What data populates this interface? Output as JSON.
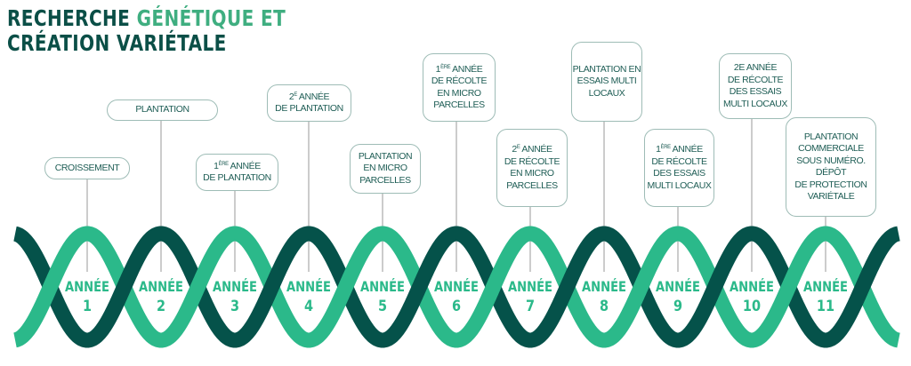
{
  "title": {
    "part1": "RECHERCHE ",
    "part2": "GÉNÉTIQUE ET",
    "line2": "CRÉATION VARIÉTALE"
  },
  "colors": {
    "light_strand": "#2bb98a",
    "dark_strand": "#05524a",
    "text": "#1e5d55",
    "accent": "#3fae80"
  },
  "year_word": "ANNÉE",
  "years": [
    {
      "number": "1",
      "lines": [
        {
          "text": "CROISSEMENT"
        }
      ]
    },
    {
      "number": "2",
      "lines": [
        {
          "text": "PLANTATION"
        }
      ]
    },
    {
      "number": "3",
      "lines": [
        {
          "pre": "1",
          "sup": "ÈRE",
          "post": " ANNÉE"
        },
        {
          "text": "DE PLANTATION"
        }
      ]
    },
    {
      "number": "4",
      "lines": [
        {
          "pre": "2",
          "sup": "E",
          "post": " ANNÉE"
        },
        {
          "text": "DE PLANTATION"
        }
      ]
    },
    {
      "number": "5",
      "lines": [
        {
          "text": "PLANTATION"
        },
        {
          "text": "EN MICRO"
        },
        {
          "text": "PARCELLES"
        }
      ]
    },
    {
      "number": "6",
      "lines": [
        {
          "pre": "1",
          "sup": "ÈRE",
          "post": " ANNÉE"
        },
        {
          "text": "DE RÉCOLTE"
        },
        {
          "text": "EN MICRO"
        },
        {
          "text": "PARCELLES"
        }
      ]
    },
    {
      "number": "7",
      "lines": [
        {
          "pre": "2",
          "sup": "E",
          "post": " ANNÉE"
        },
        {
          "text": "DE RÉCOLTE"
        },
        {
          "text": "EN MICRO"
        },
        {
          "text": "PARCELLES"
        }
      ]
    },
    {
      "number": "8",
      "lines": [
        {
          "text": "PLANTATION EN"
        },
        {
          "text": "ESSAIS MULTI"
        },
        {
          "text": "LOCAUX"
        }
      ]
    },
    {
      "number": "9",
      "lines": [
        {
          "pre": "1",
          "sup": "ÈRE",
          "post": " ANNÉE"
        },
        {
          "text": "DE RÉCOLTE"
        },
        {
          "text": "DES ESSAIS"
        },
        {
          "text": "MULTI LOCAUX"
        }
      ]
    },
    {
      "number": "10",
      "lines": [
        {
          "text": "2E ANNÉE"
        },
        {
          "text": "DE RÉCOLTE"
        },
        {
          "text": "DES ESSAIS"
        },
        {
          "text": "MULTI LOCAUX"
        }
      ]
    },
    {
      "number": "11",
      "lines": [
        {
          "text": "PLANTATION"
        },
        {
          "text": "COMMERCIALE"
        },
        {
          "text": "SOUS NUMÉRO."
        },
        {
          "text": "DÉPÔT"
        },
        {
          "text": "DE PROTECTION"
        },
        {
          "text": "VARIÉTALE"
        }
      ]
    }
  ]
}
